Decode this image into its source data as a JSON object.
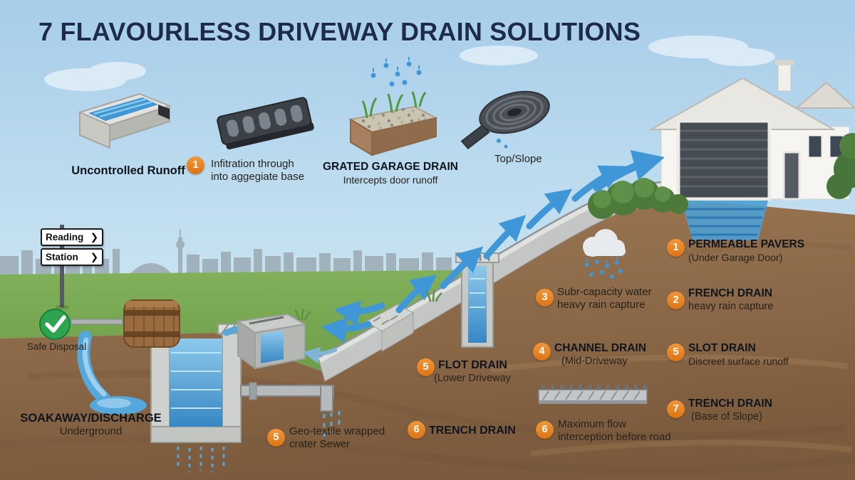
{
  "title": "7 FLAVOURLESS DRIVEWAY DRAIN SOLUTIONS",
  "labels": {
    "uncontrolled_runoff": "Uncontrolled Runoff",
    "top_slope": "Top/Slope",
    "safe_disposal": "Safe Disposal"
  },
  "top_items": {
    "infiltration": {
      "badge": "1",
      "line1": "Infitration through",
      "line2": "into aggegiate base"
    },
    "grated": {
      "title": "GRATED GARAGE DRAIN",
      "subtitle": "Intercepts door runoff"
    }
  },
  "signs": {
    "first": "Reading",
    "second": "Station",
    "arrow": "❯"
  },
  "soakaway": {
    "title": "SOAKAWAY/DISCHARGE",
    "subtitle": "Underground"
  },
  "geo": {
    "badge": "5",
    "line1": "Geo-textile wrapped",
    "line2": "crater Sewer"
  },
  "flot": {
    "badge": "5",
    "title": "FLOT DRAIN",
    "subtitle": "(Lower Driveway"
  },
  "trench6": {
    "badge": "6",
    "title": "TRENCH DRAIN"
  },
  "right_col": {
    "permeable": {
      "badge": "1",
      "title": "PERMEABLE PAVERS",
      "subtitle": "(Under Garage Door)"
    },
    "french": {
      "badge": "2",
      "title": "FRENCH DRAIN",
      "subtitle": "heavy rain capture"
    },
    "subr": {
      "badge": "3",
      "line1": "Subr-capacity water",
      "line2": "heavy rain capture"
    },
    "channel": {
      "badge": "4",
      "title": "CHANNEL DRAIN",
      "subtitle": "(Mid-Driveway"
    },
    "slot": {
      "badge": "5",
      "title": "SLOT DRAIN",
      "subtitle": "Discreet surface runoff"
    },
    "maxflow": {
      "badge": "6",
      "line1": "Maximum flow",
      "line2": "interception before road"
    },
    "trench7": {
      "badge": "7",
      "title": "TRENCH DRAIN",
      "subtitle": "(Base of Slope)"
    }
  },
  "colors": {
    "accent_orange": "#dd7414",
    "navy": "#1d2c4e",
    "water_blue": "#3f97d8",
    "grass_green": "#82b35a",
    "earth_brown": "#8c6a49"
  }
}
